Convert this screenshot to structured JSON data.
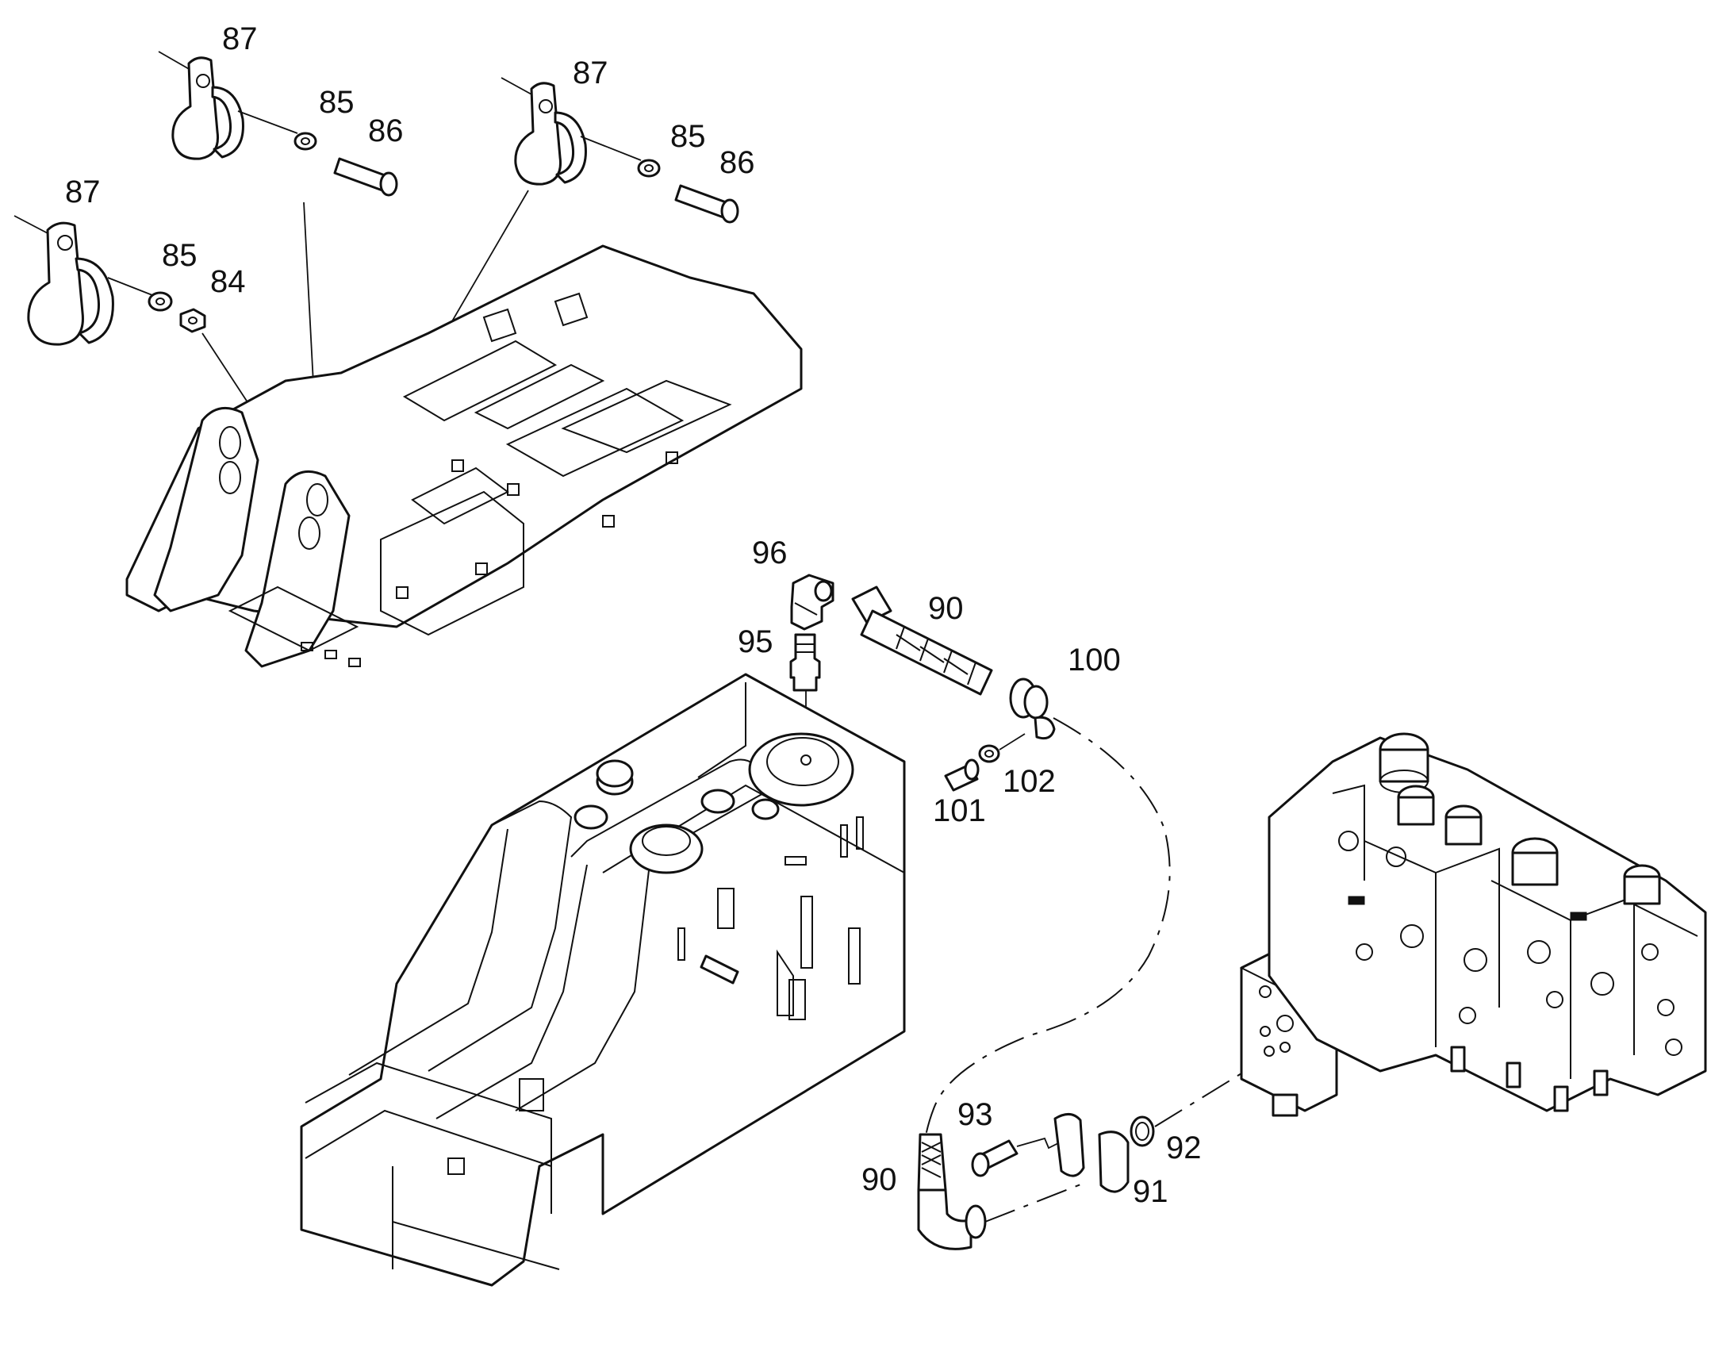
{
  "callouts": [
    {
      "id": "c87a",
      "text": "87"
    },
    {
      "id": "c85a",
      "text": "85"
    },
    {
      "id": "c86a",
      "text": "86"
    },
    {
      "id": "c87b",
      "text": "87"
    },
    {
      "id": "c85b",
      "text": "85"
    },
    {
      "id": "c86b",
      "text": "86"
    },
    {
      "id": "c87c",
      "text": "87"
    },
    {
      "id": "c85c",
      "text": "85"
    },
    {
      "id": "c84",
      "text": "84"
    },
    {
      "id": "c96",
      "text": "96"
    },
    {
      "id": "c95",
      "text": "95"
    },
    {
      "id": "c90a",
      "text": "90"
    },
    {
      "id": "c100",
      "text": "100"
    },
    {
      "id": "c101",
      "text": "101"
    },
    {
      "id": "c102",
      "text": "102"
    },
    {
      "id": "c93",
      "text": "93"
    },
    {
      "id": "c92",
      "text": "92"
    },
    {
      "id": "c91",
      "text": "91"
    },
    {
      "id": "c90b",
      "text": "90"
    }
  ]
}
